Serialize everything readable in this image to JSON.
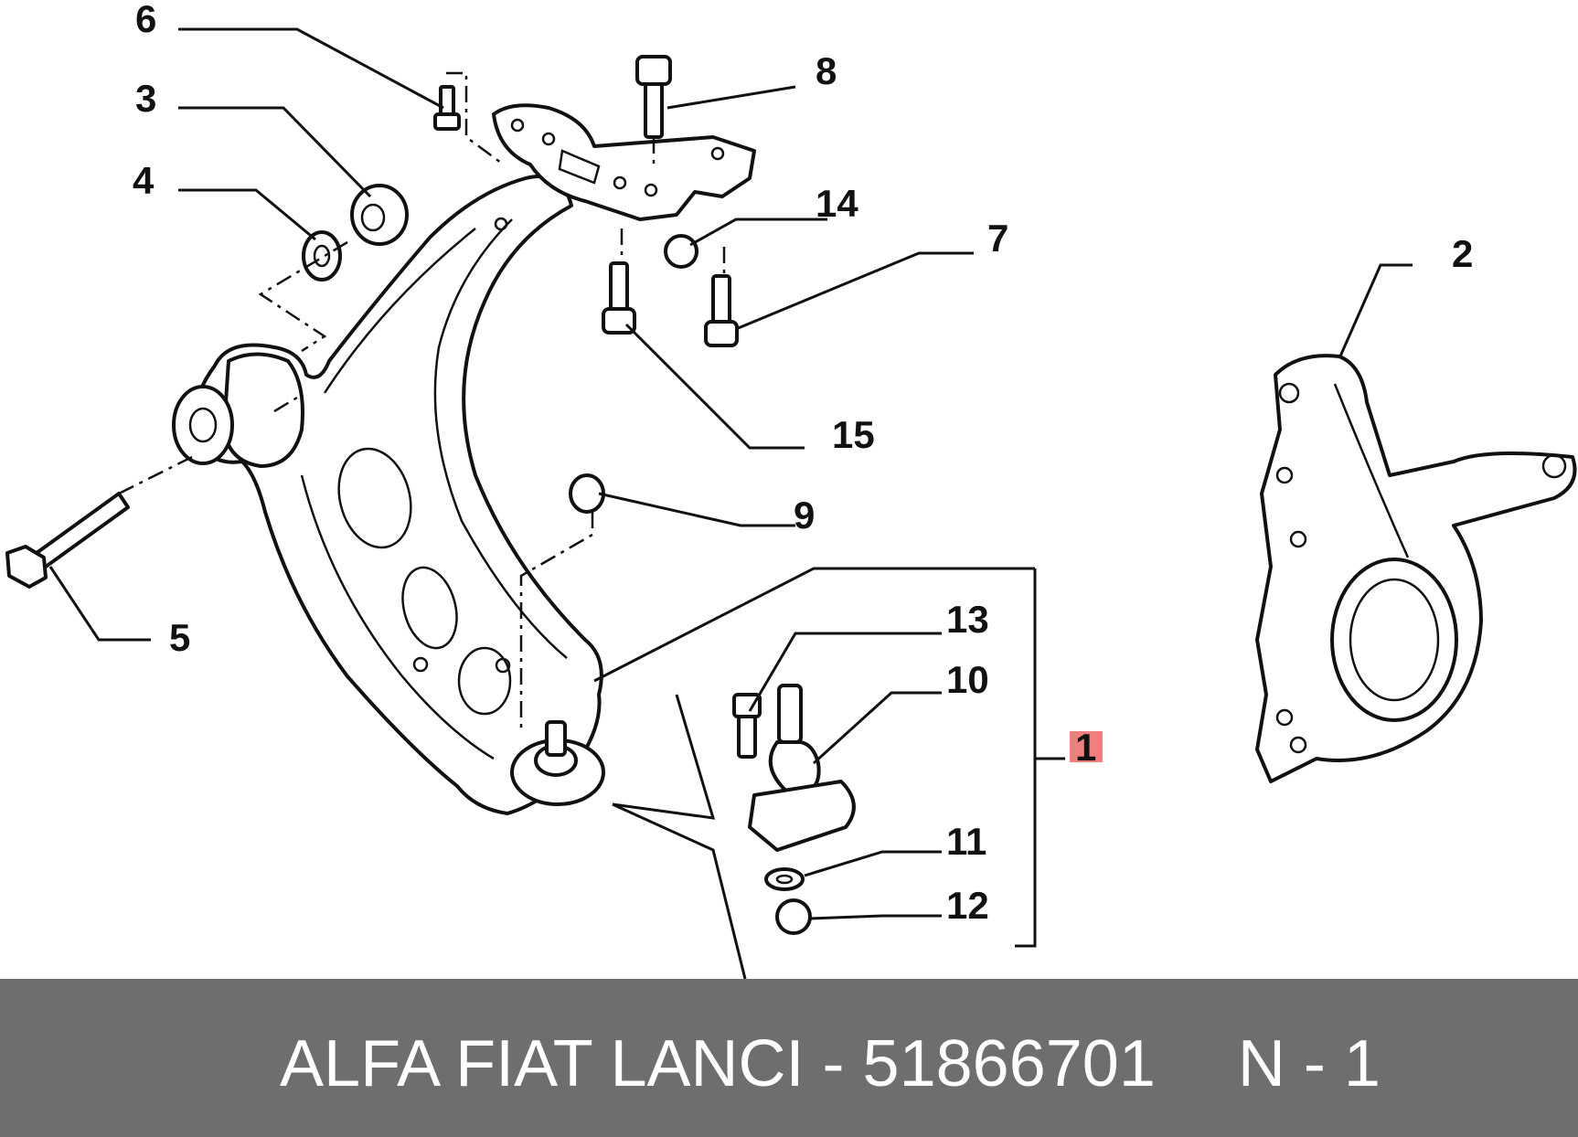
{
  "callouts": [
    {
      "id": "1",
      "label": "1",
      "highlight": true
    },
    {
      "id": "2",
      "label": "2"
    },
    {
      "id": "3",
      "label": "3"
    },
    {
      "id": "4",
      "label": "4"
    },
    {
      "id": "5",
      "label": "5"
    },
    {
      "id": "6",
      "label": "6"
    },
    {
      "id": "7",
      "label": "7"
    },
    {
      "id": "8",
      "label": "8"
    },
    {
      "id": "9",
      "label": "9"
    },
    {
      "id": "10",
      "label": "10"
    },
    {
      "id": "11",
      "label": "11"
    },
    {
      "id": "12",
      "label": "12"
    },
    {
      "id": "13",
      "label": "13"
    },
    {
      "id": "14",
      "label": "14"
    },
    {
      "id": "15",
      "label": "15"
    }
  ],
  "footer": {
    "brand_part": "ALFA FIAT LANCI - 51866701",
    "page_ref": "N - 1"
  },
  "colors": {
    "background": "#ffffff",
    "line": "#111111",
    "footer_bg": "#6e6e6e",
    "footer_text": "#ffffff",
    "highlight": "#f08080"
  }
}
